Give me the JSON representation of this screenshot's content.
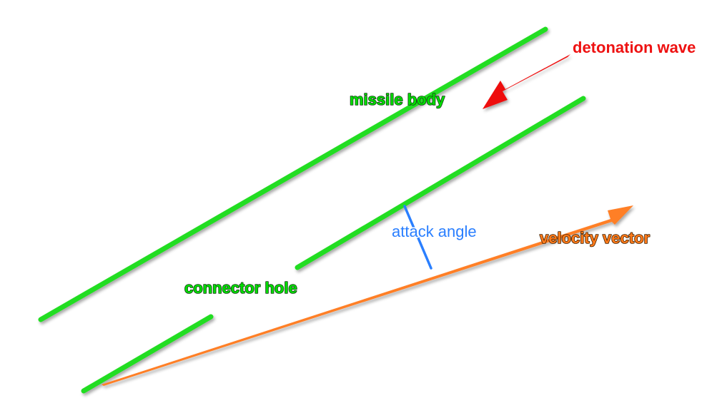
{
  "labels": {
    "detonation_wave": "detonation wave",
    "missile_body": "missile body",
    "attack_angle": "attack angle",
    "velocity_vector": "velocity vector",
    "connector_hole": "connector hole"
  },
  "colors": {
    "wall_green": "#22dd22",
    "detonation_red": "#ee1111",
    "attack_blue": "#2a7fff",
    "velocity_orange": "#ff7f27"
  }
}
